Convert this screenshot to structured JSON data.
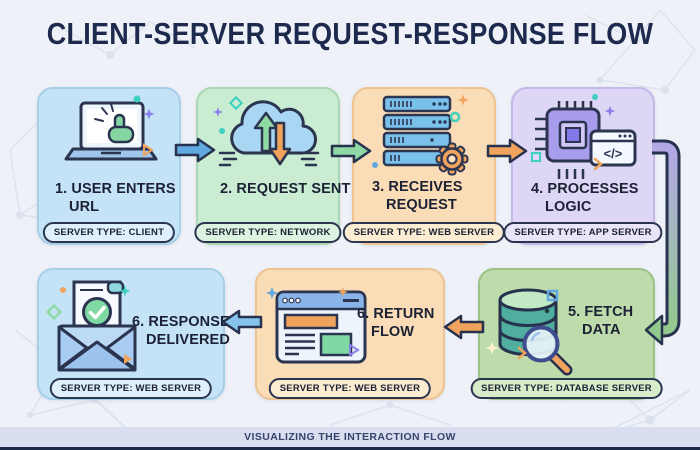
{
  "title": "CLIENT-SERVER REQUEST-RESPONSE FLOW",
  "footer": {
    "label": "VISUALIZING THE INTERACTION FLOW"
  },
  "palette": {
    "navy": "#2b3550",
    "title_navy": "#1d2a4e",
    "bg": "#eef1f7",
    "pattern": "#dde2ee",
    "teal": "#3ecfc0",
    "purple": "#8a7fe8",
    "orange": "#f0a35c",
    "blue": "#5fa8e0",
    "green": "#8fd9a5",
    "cream": "#fdf3cf",
    "footer_bar": "#d8ddf0",
    "footer_strip": "#1e2947"
  },
  "steps": [
    {
      "title": "1. USER ENTERS URL",
      "badge": "SERVER TYPE: CLIENT",
      "icon": "laptop-click-icon",
      "box_bg": "#c5e3f7",
      "box_border": "#a6cfe8",
      "badge_bg": "#ddf0fb"
    },
    {
      "title": "2. REQUEST SENT",
      "badge": "SERVER TYPE: NETWORK",
      "icon": "cloud-transfer-icon",
      "box_bg": "#c9ecd2",
      "box_border": "#a9d8b4",
      "badge_bg": "#dcf3e0"
    },
    {
      "title": "3. RECEIVES REQUEST",
      "badge": "SERVER TYPE: WEB SERVER",
      "icon": "server-rack-gear-icon",
      "box_bg": "#fadcb6",
      "box_border": "#edc492",
      "badge_bg": "#fcecd2"
    },
    {
      "title": "4. PROCESSES LOGIC",
      "badge": "SERVER TYPE: APP SERVER",
      "icon": "cpu-code-icon",
      "box_bg": "#ddd6f4",
      "box_border": "#c3b8e8",
      "badge_bg": "#e9e4f8"
    },
    {
      "title": "5. FETCH DATA",
      "badge": "SERVER TYPE: DATABASE SERVER",
      "icon": "database-search-icon",
      "box_bg": "#bedbab",
      "box_border": "#9cc288",
      "badge_bg": "#d9ecc9"
    },
    {
      "title": "6. RETURN FLOW",
      "badge": "SERVER TYPE: WEB SERVER",
      "icon": "browser-window-icon",
      "box_bg": "#fadcb6",
      "box_border": "#edc492",
      "badge_bg": "#fcecd2"
    },
    {
      "title": "6. RESPONSE DELIVERED",
      "badge": "SERVER TYPE: WEB SERVER",
      "icon": "envelope-check-icon",
      "box_bg": "#c5e3f7",
      "box_border": "#a6cfe8",
      "badge_bg": "#ddf0fb"
    }
  ],
  "arrows": [
    {
      "name": "arrow-1-2",
      "direction": "right",
      "color": "#5fa8e0"
    },
    {
      "name": "arrow-2-3",
      "direction": "right",
      "color": "#8fd9a5"
    },
    {
      "name": "arrow-3-4",
      "direction": "right",
      "color": "#f0a35c"
    },
    {
      "name": "arrow-4-5",
      "direction": "elbow-down-left",
      "color_top": "#b3a8e6",
      "color_bottom": "#92c98c"
    },
    {
      "name": "arrow-5-6",
      "direction": "left",
      "color": "#f0a35c"
    },
    {
      "name": "arrow-6-7",
      "direction": "left",
      "color": "#85c3ec"
    }
  ]
}
